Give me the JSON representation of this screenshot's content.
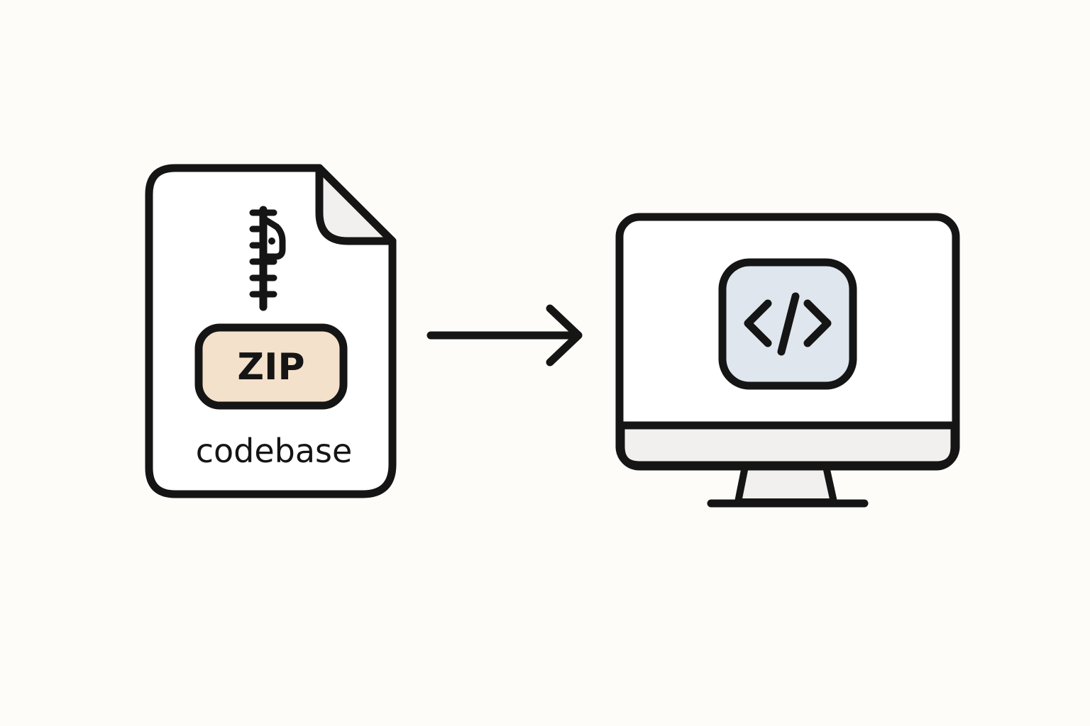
{
  "diagram": {
    "nodes": [
      {
        "id": "zip-file",
        "icon": "zip-file-icon",
        "badge_text": "ZIP",
        "label": "codebase",
        "badge_color": "#f3e1cc"
      },
      {
        "id": "computer",
        "icon": "monitor-icon",
        "inner_icon": "code-brackets-icon",
        "code_box_color": "#dfe6ee"
      }
    ],
    "edges": [
      {
        "from": "zip-file",
        "to": "computer",
        "icon": "arrow-right-icon"
      }
    ]
  },
  "colors": {
    "background": "#fdfcf9",
    "stroke": "#151515",
    "panel_gray": "#f2f0ef"
  }
}
